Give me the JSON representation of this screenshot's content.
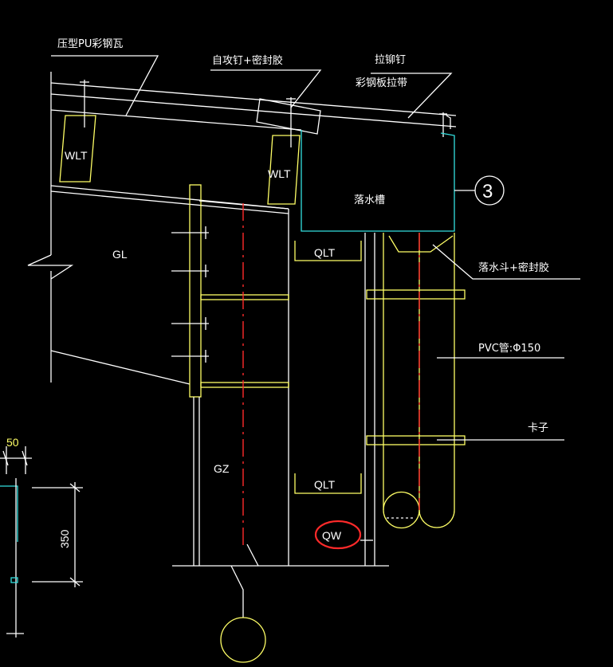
{
  "labels": {
    "roof_tile": "压型PU彩钢瓦",
    "screw_sealant": "自攻钉+密封胶",
    "rivet": "拉铆钉",
    "color_steel_strip": "彩钢板拉带",
    "wlt_1": "WLT",
    "wlt_2": "WLT",
    "gutter": "落水槽",
    "callout_number": "3",
    "gl": "GL",
    "qlt_top": "QLT",
    "qlt_bottom": "QLT",
    "downpipe_funnel": "落水斗+密封胶",
    "pvc_pipe": "PVC管:Φ150",
    "clip": "卡子",
    "gz": "GZ",
    "qw": "QW",
    "dim_50": "50",
    "dim_350": "350"
  },
  "colors": {
    "background": "#000000",
    "line": "#ffffff",
    "member": "#ffff66",
    "gutter": "#33e0e0",
    "centerline": "#ff2a2a",
    "highlight": "#ff2a2a"
  }
}
